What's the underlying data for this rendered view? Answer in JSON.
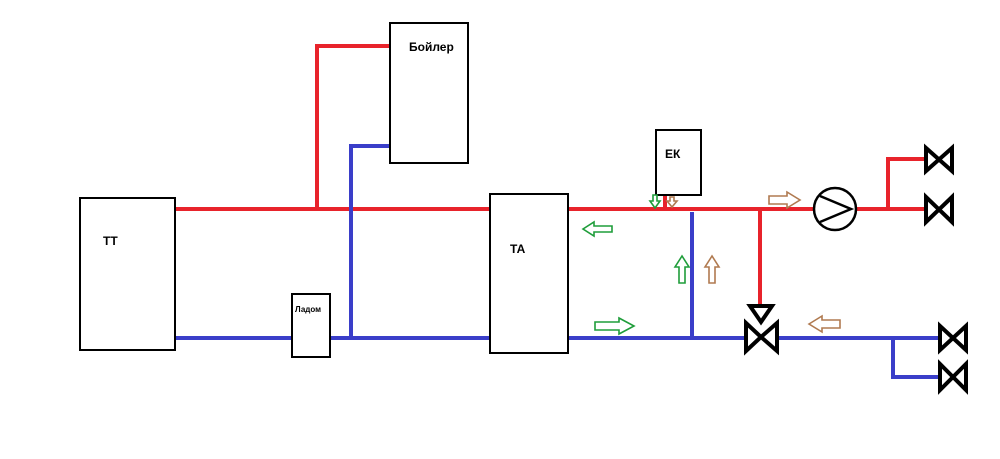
{
  "labels": {
    "tt": "ТТ",
    "boiler": "Бойлер",
    "ta": "ТА",
    "ek": "ЕК",
    "ladom": "Ладом"
  },
  "colors": {
    "hot_line": "#e8232b",
    "cold_line": "#3a3ec9",
    "arrow_green": "#1f9d3a",
    "arrow_brown": "#b07a50"
  }
}
